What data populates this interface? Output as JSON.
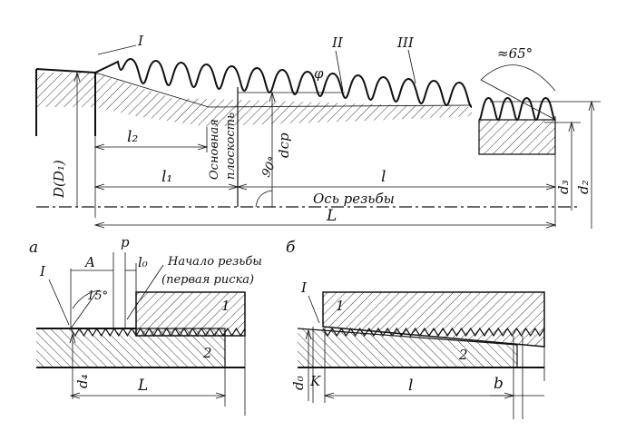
{
  "labels": {
    "detail_I": "I",
    "detail_II": "II",
    "detail_III": "III",
    "angle_65": "≈65°",
    "phi": "φ",
    "l2": "l₂",
    "l1": "l₁",
    "l": "l",
    "L": "L",
    "D": "D(D₁)",
    "base_plane_1": "Основная",
    "base_plane_2": "плоскость",
    "dcp": "dср",
    "angle_90": "90°",
    "axis": "Ось резьбы",
    "d3": "d₃",
    "d2": "d₂",
    "fig_a": "а",
    "fig_b": "б",
    "p": "p",
    "A": "A",
    "l0": "l₀",
    "start_1": "Начало резьбы",
    "start_2": "(первая риска)",
    "angle_15": "15°",
    "detail_I_a": "I",
    "part1_a": "1",
    "part2_a": "2",
    "d4": "d₄",
    "L_a": "L",
    "detail_I_b": "I",
    "part1_b": "1",
    "part2_b": "2",
    "d0": "d₀",
    "K": "K",
    "l_b": "l",
    "b": "b"
  }
}
